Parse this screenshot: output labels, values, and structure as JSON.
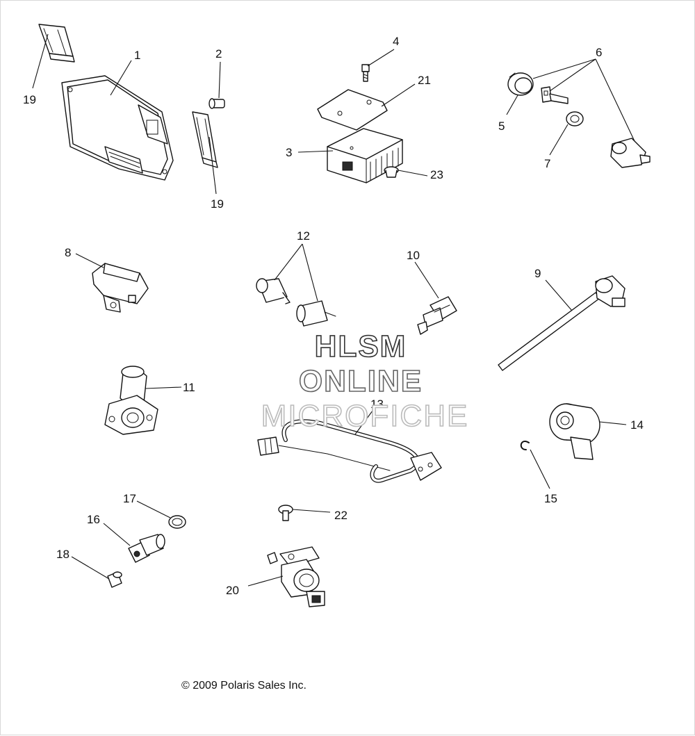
{
  "callouts": {
    "c1": "1",
    "c2": "2",
    "c3": "3",
    "c4": "4",
    "c5": "5",
    "c6": "6",
    "c7": "7",
    "c8": "8",
    "c9": "9",
    "c10": "10",
    "c11": "11",
    "c12": "12",
    "c13": "13",
    "c14": "14",
    "c15": "15",
    "c16": "16",
    "c17": "17",
    "c18": "18",
    "c19a": "19",
    "c19b": "19",
    "c20": "20",
    "c21": "21",
    "c22": "22",
    "c23": "23"
  },
  "watermark": {
    "line1": "HLSM",
    "line2": "ONLINE",
    "line3": "MICROFICHE"
  },
  "copyright": "© 2009 Polaris Sales Inc."
}
